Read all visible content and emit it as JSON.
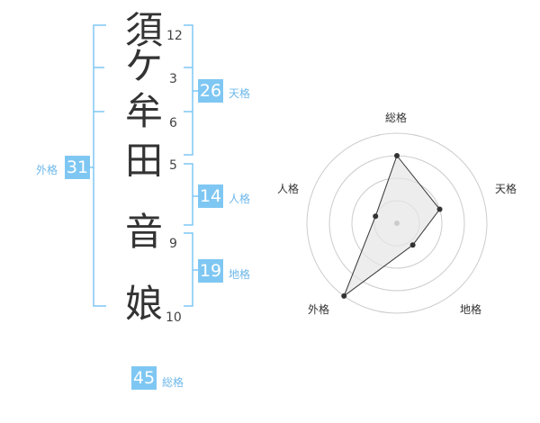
{
  "name": {
    "chars": [
      "須",
      "ケ",
      "牟",
      "田",
      "音",
      "娘"
    ],
    "strokes": [
      "12",
      "3",
      "6",
      "5",
      "9",
      "10"
    ]
  },
  "fortune": {
    "tenkaku": {
      "value": "26",
      "label": "天格"
    },
    "jinkaku": {
      "value": "14",
      "label": "人格"
    },
    "chikaku": {
      "value": "19",
      "label": "地格"
    },
    "gaikaku": {
      "value": "31",
      "label": "外格"
    },
    "soukaku": {
      "value": "45",
      "label": "総格"
    }
  },
  "radar": {
    "axes": [
      "総格",
      "天格",
      "地格",
      "外格",
      "人格"
    ],
    "levels": 4,
    "values": [
      0.75,
      0.5,
      0.3,
      1.0,
      0.25
    ],
    "colors": {
      "line": "#333333",
      "fill": "#e6e6e6",
      "grid": "#cccccc",
      "center": "#cccccc"
    }
  },
  "colors": {
    "accent": "#7fc7f3",
    "label": "#6db8ea"
  }
}
